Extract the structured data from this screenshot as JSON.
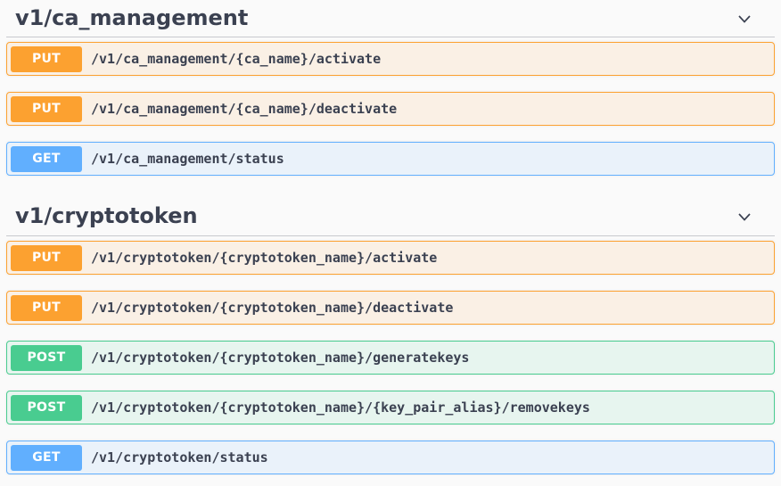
{
  "page": {
    "kind": "swagger-api-operations-list",
    "text_color": "#3b4151",
    "background_color": "#fafafa",
    "divider_color": "#c8c9ce"
  },
  "methods": {
    "PUT": {
      "color": "#fca130",
      "row_bg": "rgba(252,161,48,0.1)"
    },
    "GET": {
      "color": "#61affe",
      "row_bg": "rgba(97,175,254,0.1)"
    },
    "POST": {
      "color": "#49cc90",
      "row_bg": "rgba(73,204,144,0.1)"
    }
  },
  "sections": [
    {
      "title": "v1/ca_management",
      "expand_icon": "chevron-down-icon",
      "operations": [
        {
          "method": "PUT",
          "path": "/v1/ca_management/{ca_name}/activate"
        },
        {
          "method": "PUT",
          "path": "/v1/ca_management/{ca_name}/deactivate"
        },
        {
          "method": "GET",
          "path": "/v1/ca_management/status"
        }
      ]
    },
    {
      "title": "v1/cryptotoken",
      "expand_icon": "chevron-down-icon",
      "operations": [
        {
          "method": "PUT",
          "path": "/v1/cryptotoken/{cryptotoken_name}/activate"
        },
        {
          "method": "PUT",
          "path": "/v1/cryptotoken/{cryptotoken_name}/deactivate"
        },
        {
          "method": "POST",
          "path": "/v1/cryptotoken/{cryptotoken_name}/generatekeys"
        },
        {
          "method": "POST",
          "path": "/v1/cryptotoken/{cryptotoken_name}/{key_pair_alias}/removekeys"
        },
        {
          "method": "GET",
          "path": "/v1/cryptotoken/status"
        }
      ]
    }
  ]
}
